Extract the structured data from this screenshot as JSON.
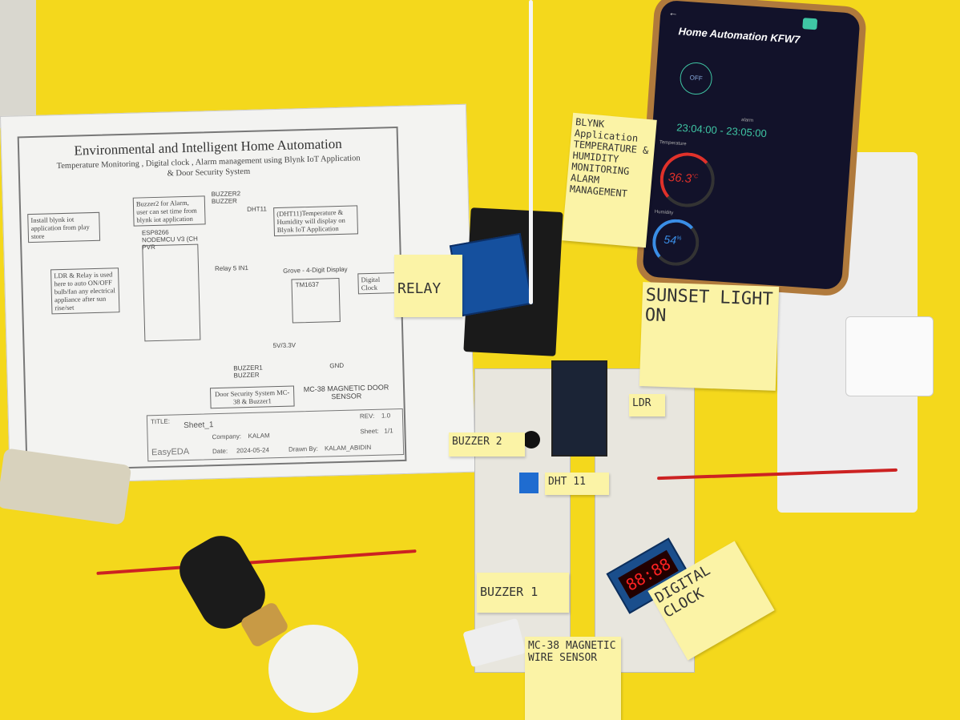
{
  "schematic": {
    "title": "Environmental and Intelligent Home Automation",
    "subtitle_line1": "Temperature Monitoring , Digital clock , Alarm management using Blynk IoT Application",
    "subtitle_line2": "& Door Security System",
    "install_note": "Install blynk iot application from play store",
    "buzzer2_note": "Buzzer2 for Alarm, user can set time from blynk iot application",
    "buzzer2_label": "BUZZER2 BUZZER",
    "dht_note": "(DHT11)Temperature & Humidity will display on Blynk IoT Application",
    "dht_label": "DHT11",
    "mcu_label": "ESP8266 NODEMCU V3 (CH PVR",
    "ldr_note": "LDR & Relay is used here to auto ON/OFF bulb/fan any electrical appliance after sun rise/set",
    "relay_label": "Relay 5 IN1",
    "clock_module_label": "Grove - 4-Digit Display",
    "tm_label": "TM1637",
    "digital_clock_note": "Digital Clock",
    "buzzer1_label": "BUZZER1 BUZZER",
    "gnd": "GND",
    "vcc": "5V/3.3V",
    "door_note": "Door Security System MC-38 & Buzzer1",
    "mc38_label": "MC-38 MAGNETIC DOOR SENSOR",
    "title_block": {
      "title_label": "TITLE:",
      "title": "Sheet_1",
      "rev_label": "REV:",
      "rev": "1.0",
      "company_label": "Company:",
      "company": "KALAM",
      "sheet_label": "Sheet:",
      "sheet": "1/1",
      "date_label": "Date:",
      "date": "2024-05-24",
      "drawn_label": "Drawn By:",
      "drawn_by": "KALAM_ABIDIN",
      "logo": "EasyEDA"
    }
  },
  "phone": {
    "app_title": "Home Automation KFW7",
    "switch_state": "OFF",
    "alarm_label": "alarm",
    "alarm_range": "23:04:00 - 23:05:00",
    "temperature_label": "Temperature",
    "temperature": "36.3",
    "temperature_unit": "°C",
    "humidity_label": "Humidity",
    "humidity": "54",
    "humidity_unit": "%",
    "accent_temp": "#e0312a",
    "accent_humidity": "#3a8ee6",
    "accent_alarm": "#3fc6a4"
  },
  "sticky_notes": {
    "relay": "RELAY",
    "blynk": "BLYNK Application TEMPERATURE & HUMIDITY MONITORING ALARM MANAGEMENT",
    "sunset": "SUNSET LIGHT ON",
    "ldr": "LDR",
    "buzzer2": "BUZZER 2",
    "dht11": "DHT 11",
    "buzzer1": "BUZZER 1",
    "digital_clock": "DIGITAL CLOCK",
    "mc38": "MC-38 MAGNETIC WIRE SENSOR"
  },
  "clock_display": "88:88"
}
